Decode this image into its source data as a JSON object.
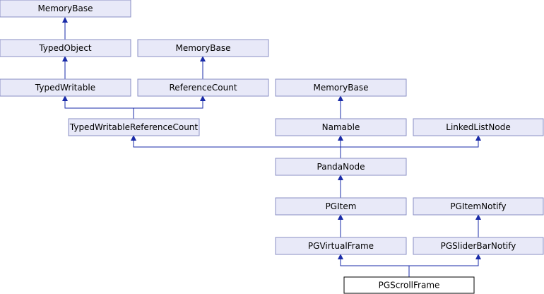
{
  "diagram": {
    "nodes": {
      "mb1": "MemoryBase",
      "typedObject": "TypedObject",
      "mb2": "MemoryBase",
      "typedWritable": "TypedWritable",
      "referenceCount": "ReferenceCount",
      "mb3": "MemoryBase",
      "twrc": "TypedWritableReferenceCount",
      "namable": "Namable",
      "linkedListNode": "LinkedListNode",
      "pandaNode": "PandaNode",
      "pgItem": "PGItem",
      "pgItemNotify": "PGItemNotify",
      "pgVirtualFrame": "PGVirtualFrame",
      "pgSliderBarNotify": "PGSliderBarNotify",
      "pgScrollFrame": "PGScrollFrame"
    },
    "colors": {
      "node_fill": "#e8e9f8",
      "node_border": "#8a8fc4",
      "edge": "#1a2ba8",
      "current_fill": "#ffffff",
      "current_border": "#000000"
    }
  }
}
